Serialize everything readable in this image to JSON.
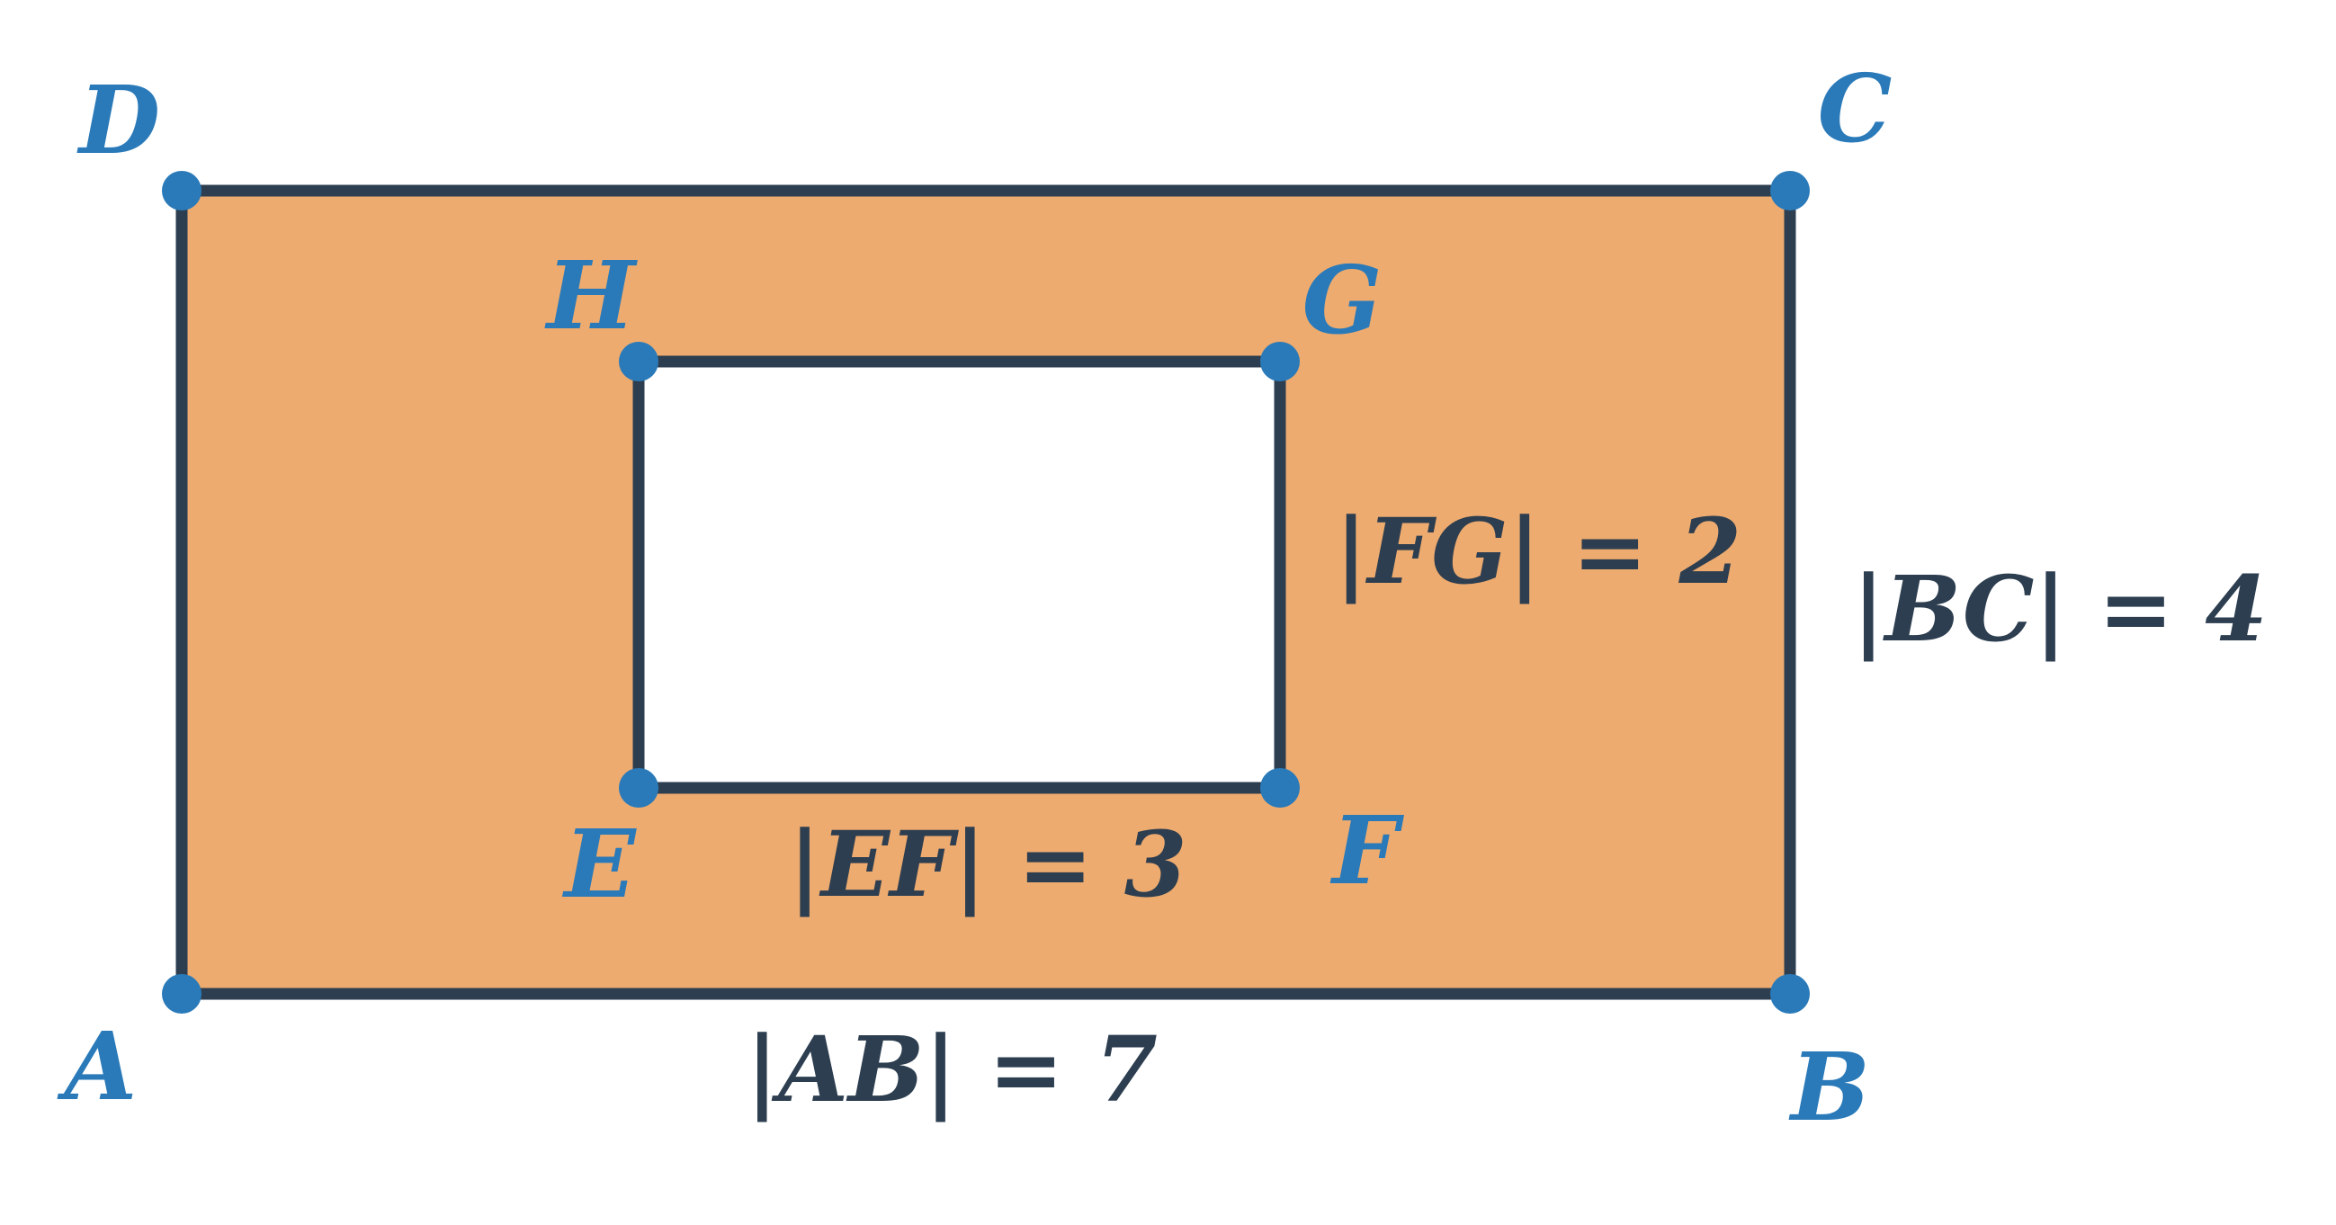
{
  "colors": {
    "fill": "#EEAB6F",
    "stroke": "#2D3E50",
    "point": "#2A7AB9",
    "hole": "#ffffff"
  },
  "points": {
    "A": "A",
    "B": "B",
    "C": "C",
    "D": "D",
    "E": "E",
    "F": "F",
    "G": "G",
    "H": "H"
  },
  "lengths": {
    "AB": "|AB| = 7",
    "BC": "|BC| = 4",
    "EF": "|EF| = 3",
    "FG": "|FG| = 2"
  }
}
